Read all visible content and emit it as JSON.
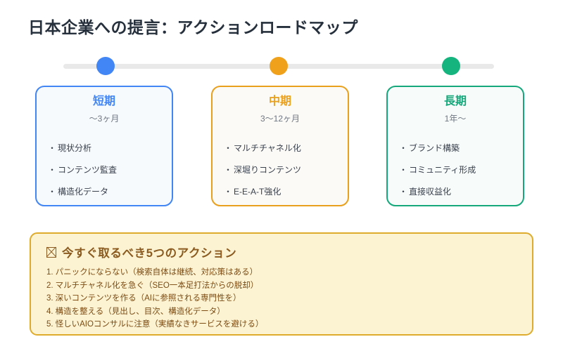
{
  "header": {
    "title": "日本企業への提言：アクションロードマップ",
    "title_color": "#26303d"
  },
  "timeline": {
    "bar_color": "#e9e9e9",
    "dots": [
      {
        "name": "short-term",
        "color": "#4285f4"
      },
      {
        "name": "mid-term",
        "color": "#f0a11c"
      },
      {
        "name": "long-term",
        "color": "#15b37e"
      }
    ]
  },
  "phases": [
    {
      "title": "短期",
      "duration": "〜3ヶ月",
      "accent": "#4285f4",
      "background": "#f7fafd",
      "bullet": "・",
      "items": [
        "現状分析",
        "コンテンツ監査",
        "構造化データ"
      ]
    },
    {
      "title": "中期",
      "duration": "3〜12ヶ月",
      "accent": "#e9a01d",
      "background": "#fcfaf6",
      "bullet": "・",
      "items": [
        "マルチチャネル化",
        "深堀りコンテンツ",
        "E-E-A-T強化"
      ]
    },
    {
      "title": "長期",
      "duration": "1年〜",
      "accent": "#15a87a",
      "background": "#f7fbfa",
      "bullet": "・",
      "items": [
        "ブランド構築",
        "コミュニティ形成",
        "直接収益化"
      ]
    }
  ],
  "action_box": {
    "icon": "tofu-missing-glyph-icon",
    "heading": "今すぐ取るべき5つのアクション",
    "heading_color": "#8a5a1e",
    "background": "#fcf3d3",
    "border_color": "#deab2c",
    "items": [
      {
        "num": "1.",
        "text": "パニックにならない（検索自体は継続、対応策はある）"
      },
      {
        "num": "2.",
        "text": "マルチチャネル化を急ぐ（SEO一本足打法からの脱却）"
      },
      {
        "num": "3.",
        "text": "深いコンテンツを作る（AIに参照される専門性を）"
      },
      {
        "num": "4.",
        "text": "構造を整える（見出し、目次、構造化データ）"
      },
      {
        "num": "5.",
        "text": "怪しいAIOコンサルに注意（実績なきサービスを避ける）"
      }
    ]
  }
}
